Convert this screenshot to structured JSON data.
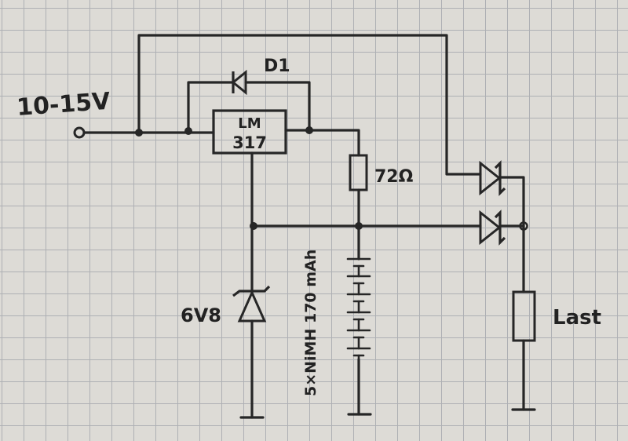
{
  "labels": {
    "input_voltage": "10-15V",
    "diode": "D1",
    "regulator_line1": "LM",
    "regulator_line2": "317",
    "resistor": "72Ω",
    "zener": "6V8",
    "battery": "5×NiMH 170 mAh",
    "load": "Last"
  },
  "colors": {
    "ink": "#262626",
    "paper": "#dddbd6",
    "grid": "#aeb0b4"
  }
}
